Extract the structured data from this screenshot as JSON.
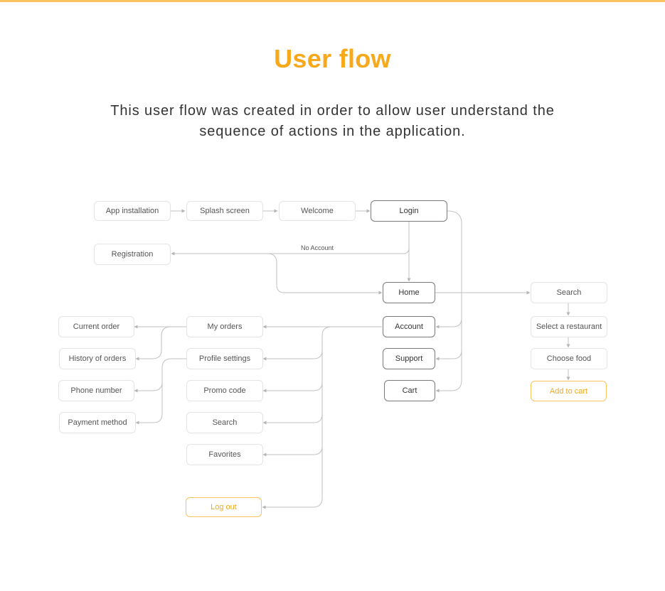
{
  "header": {
    "title": "User flow",
    "subtitle_line1": "This user flow was created in order to allow user understand the",
    "subtitle_line2": "sequence of actions in the application."
  },
  "colors": {
    "accent": "#f7a81b",
    "accent_border": "#f7c35a",
    "dark_border": "#7a7a7a",
    "light_border": "#e4e4e4",
    "connector": "#bdbdbd"
  },
  "flow": {
    "nodes": {
      "app_installation": "App installation",
      "splash_screen": "Splash screen",
      "welcome": "Welcome",
      "login": "Login",
      "registration": "Registration",
      "home": "Home",
      "search_right": "Search",
      "select_restaurant": "Select a restaurant",
      "choose_food": "Choose food",
      "add_to_cart": "Add to cart",
      "account": "Account",
      "support": "Support",
      "cart": "Cart",
      "my_orders": "My orders",
      "profile_settings": "Profile settings",
      "promo_code": "Promo code",
      "search_left": "Search",
      "favorites": "Favorites",
      "log_out": "Log out",
      "current_order": "Current order",
      "history_of_orders": "History of orders",
      "phone_number": "Phone number",
      "payment_method": "Payment method"
    },
    "edge_labels": {
      "no_account": "No Account"
    }
  }
}
